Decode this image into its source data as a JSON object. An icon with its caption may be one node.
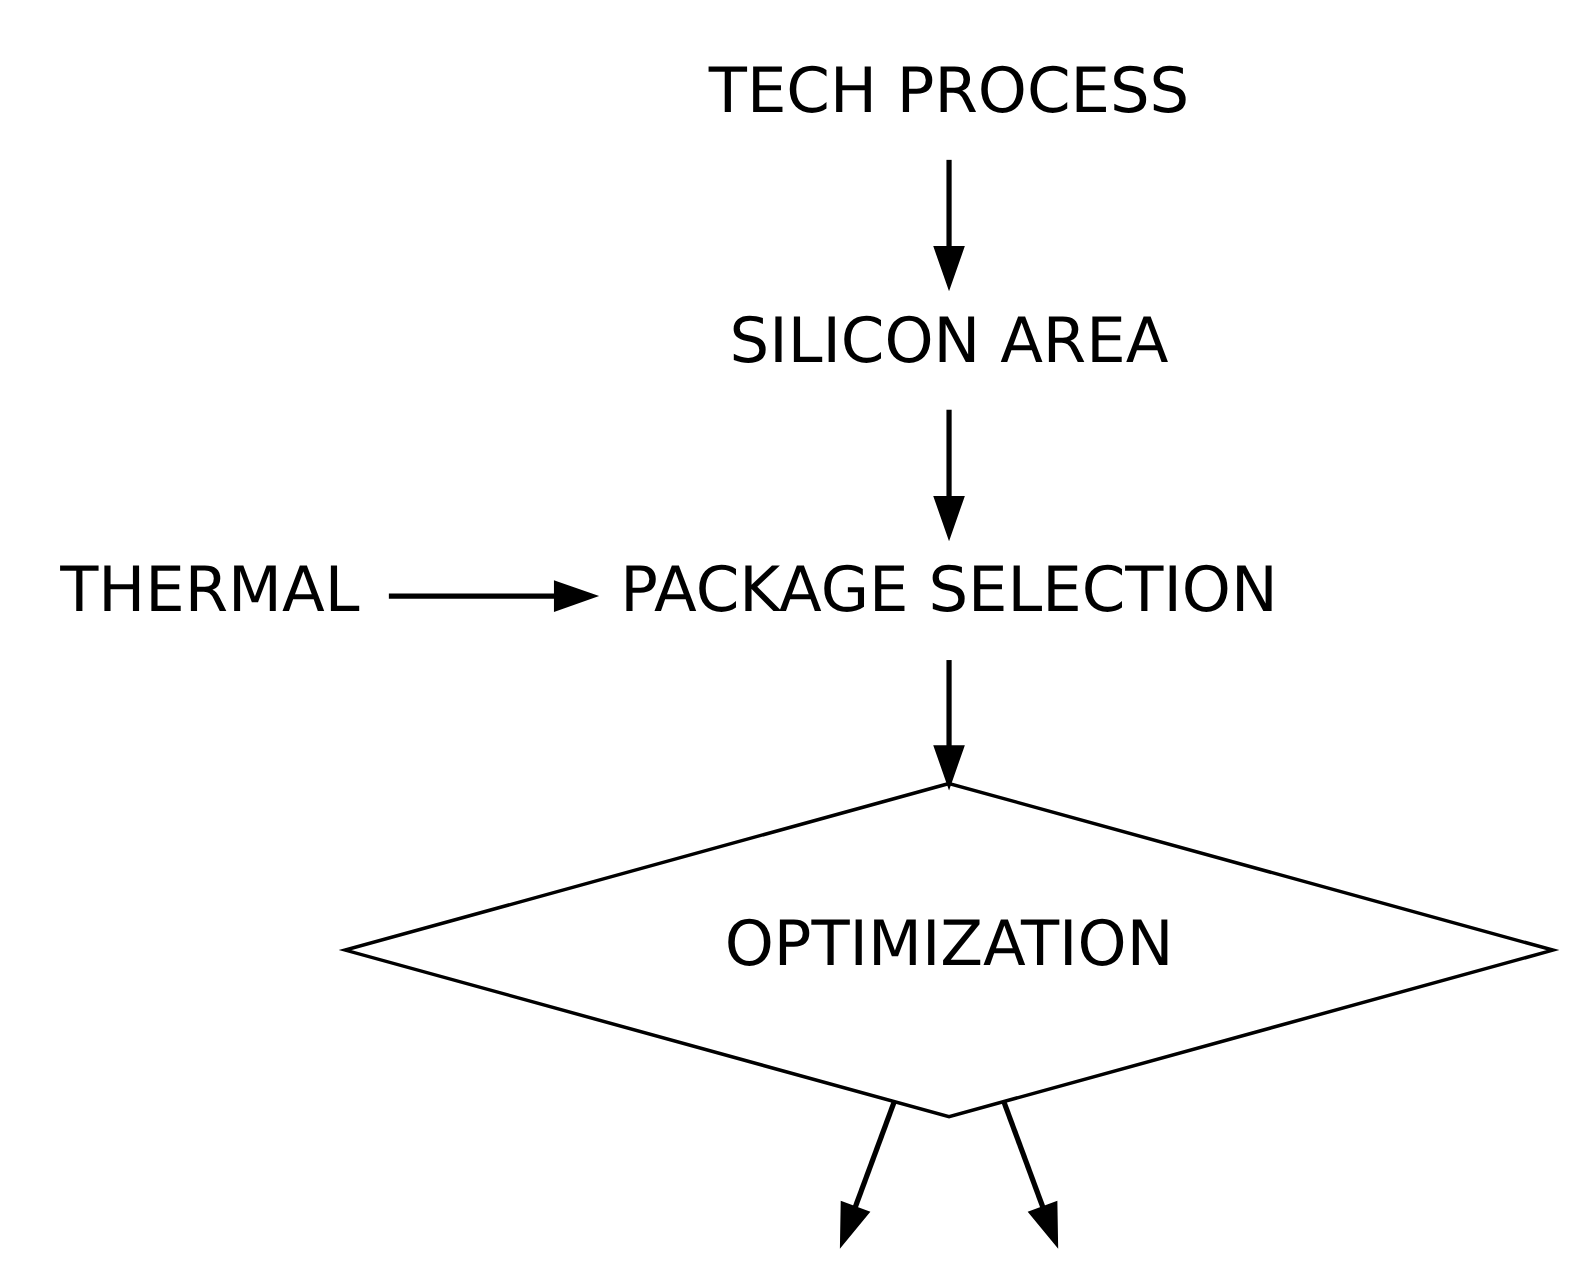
{
  "diagram": {
    "nodes": [
      {
        "text": [
          "TECH PROCESS"
        ]
      },
      {
        "text": [
          "SILICON AREA"
        ]
      },
      {
        "text": [
          "THERMAL"
        ]
      },
      {
        "text": [
          "PACKAGE SELECTION"
        ]
      },
      {
        "text": [
          "OPTIMIZATION"
        ]
      }
    ],
    "edges": [
      {
        "from": 0,
        "to": 1,
        "arrow": "to"
      },
      {
        "from": 1,
        "to": 3,
        "arrow": "to"
      },
      {
        "from": 2,
        "to": 3,
        "arrow": "to"
      },
      {
        "from": 3,
        "to": 4,
        "arrow": "to"
      },
      {
        "from": 4,
        "to": null,
        "arrow": "to"
      },
      {
        "from": 4,
        "to": null,
        "arrow": "to"
      }
    ]
  }
}
